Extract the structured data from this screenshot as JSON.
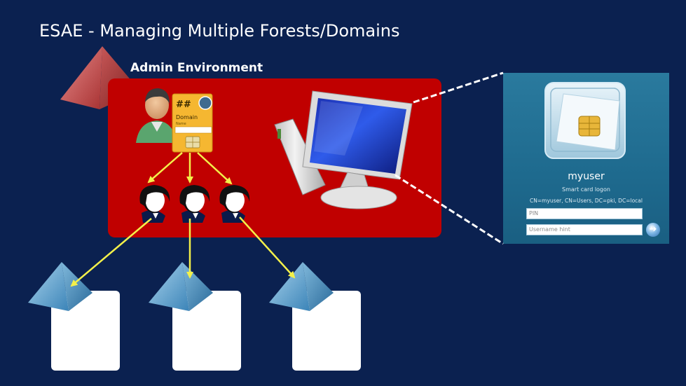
{
  "title": "ESAE - Managing Multiple Forests/Domains",
  "admin_label": "Admin Environment",
  "id_card": {
    "marks": "##",
    "caption": "Domain",
    "subcaption": "Name"
  },
  "logon": {
    "user": "myuser",
    "subtitle": "Smart card logon",
    "cn": "CN=myuser, CN=Users, DC=pki, DC=local",
    "pin_placeholder": "PIN",
    "hint_placeholder": "Username hint"
  },
  "colors": {
    "background": "#0b2150",
    "admin_box": "#c00000",
    "arrow": "#f3f04a",
    "forest_pyramid": "#3f8ec0",
    "admin_pyramid": "#c24a4a"
  },
  "icons": [
    "admin-forest-pyramid-icon",
    "admin-user-icon",
    "smart-card-icon",
    "workstation-icon",
    "admin-account-icon",
    "forest-pyramid-icon",
    "smart-card-chip-icon",
    "go-arrow-icon"
  ]
}
